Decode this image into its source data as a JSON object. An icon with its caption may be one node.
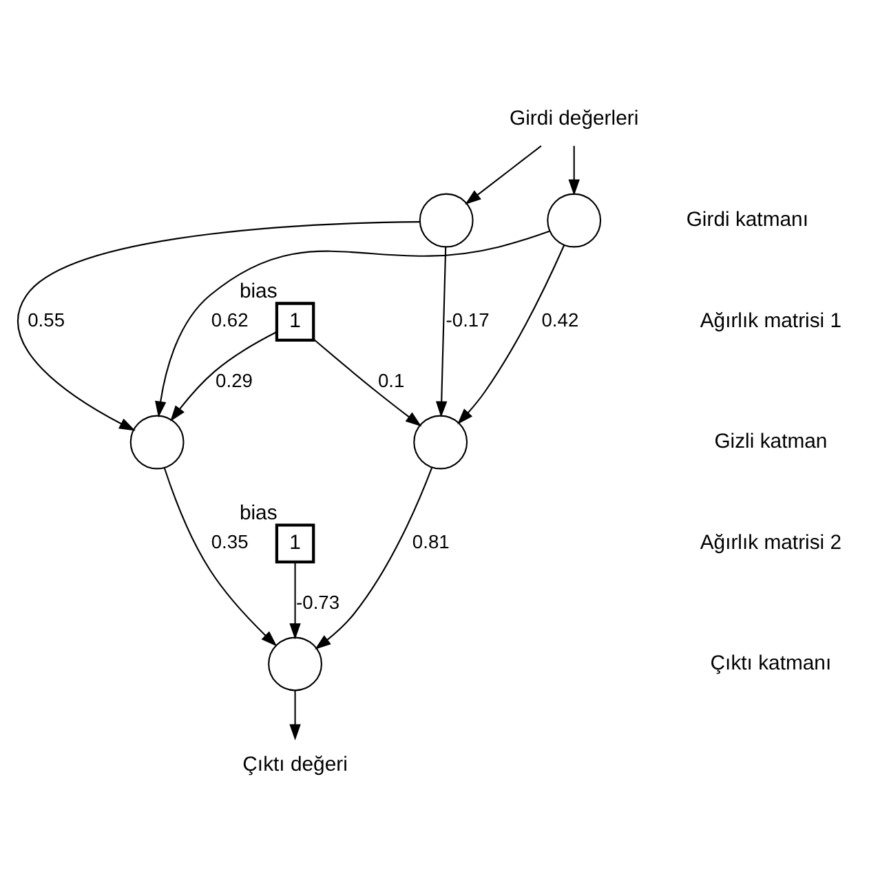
{
  "diagram": {
    "nodes": [
      {
        "text": [
          "Girdi değerleri"
        ]
      },
      {
        "text": [],
        "shape": "circle"
      },
      {
        "text": [],
        "shape": "circle"
      },
      {
        "text": [
          "1"
        ],
        "beside": [
          "bias"
        ]
      },
      {
        "text": [],
        "shape": "circle"
      },
      {
        "text": [],
        "shape": "circle"
      },
      {
        "text": [
          "1"
        ],
        "beside": [
          "bias"
        ]
      },
      {
        "text": [],
        "shape": "circle"
      },
      {
        "text": [
          "Çıktı değeri"
        ]
      }
    ],
    "edges": [
      {
        "from": 0,
        "to": 1,
        "arrow": "to"
      },
      {
        "from": 0,
        "to": 2,
        "arrow": "to"
      },
      {
        "from": 1,
        "to": 4,
        "label": "0.62",
        "arrow": "to"
      },
      {
        "from": 1,
        "to": 5,
        "label": "0.42",
        "arrow": "to"
      },
      {
        "from": 2,
        "to": 4,
        "label": "0.55",
        "arrow": "to"
      },
      {
        "from": 2,
        "to": 5,
        "label": "-0.17",
        "arrow": "to"
      },
      {
        "from": 3,
        "to": 4,
        "label": "0.29",
        "arrow": "to"
      },
      {
        "from": 3,
        "to": 5,
        "label": "0.1",
        "arrow": "to"
      },
      {
        "from": 4,
        "to": 7,
        "label": "0.35",
        "arrow": "to"
      },
      {
        "from": 5,
        "to": 7,
        "label": "0.81",
        "arrow": "to"
      },
      {
        "from": 6,
        "to": 7,
        "label": "-0.73",
        "arrow": "to"
      },
      {
        "from": 7,
        "to": 8,
        "arrow": "to"
      }
    ],
    "labels": [
      "Girdi katmanı",
      "Ağırlık matrisi 1",
      "Gizli katman",
      "Ağırlık matrisi 2",
      "Çıktı katmanı"
    ]
  }
}
